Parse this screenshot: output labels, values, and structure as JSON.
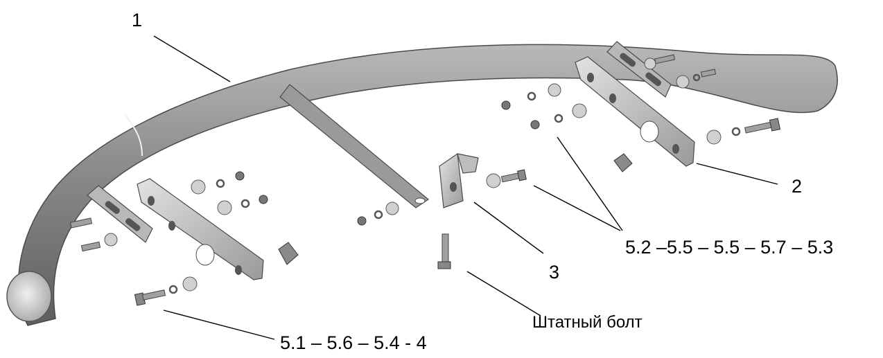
{
  "labels": {
    "l1": "1",
    "l2": "2",
    "l3": "3",
    "group_right": "5.2 –5.5 – 5.5 – 5.7 – 5.3",
    "group_left": "5.1 – 5.6  – 5.4 - 4",
    "stock_bolt": "Штатный болт"
  },
  "colors": {
    "metal_dark": "#6f6f6f",
    "metal_mid": "#9c9c9c",
    "metal_light": "#d7d7d7",
    "leader": "#000000"
  }
}
